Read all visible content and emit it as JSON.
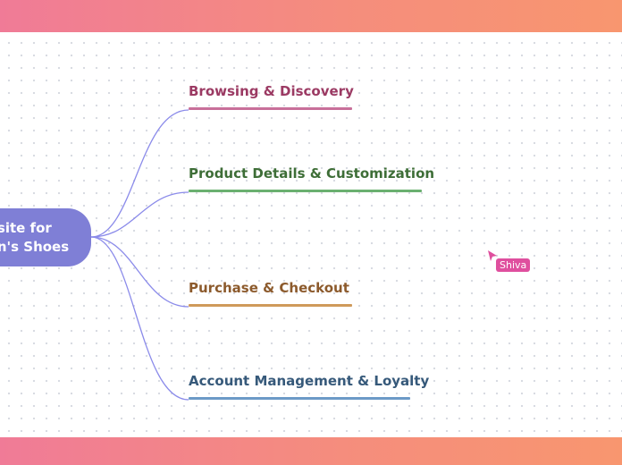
{
  "mindmap": {
    "root": {
      "lines": [
        "ebsite for",
        "nen's Shoes"
      ],
      "color": "#7f7fd6"
    },
    "branches": [
      {
        "label": "Browsing & Discovery",
        "color": "#9b3a63",
        "underline": "#c8709a"
      },
      {
        "label": "Product Details & Customization",
        "color": "#3e6e37",
        "underline": "#6bb070"
      },
      {
        "label": "Purchase & Checkout",
        "color": "#8c5a2c",
        "underline": "#cf9a5a"
      },
      {
        "label": "Account Management & Loyalty",
        "color": "#36597a",
        "underline": "#6c9ac7"
      }
    ],
    "connector_color": "#8b8bea"
  },
  "collaborator": {
    "name": "Shiva",
    "color": "#df4f9e"
  },
  "theme": {
    "band_gradient": [
      "#f07b97",
      "#f8966f"
    ]
  }
}
